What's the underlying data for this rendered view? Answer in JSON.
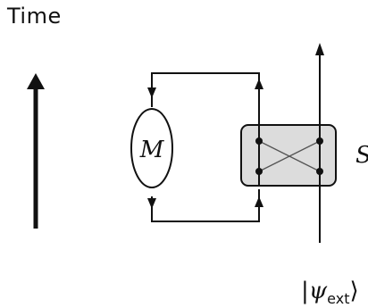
{
  "labels": {
    "time": "Time",
    "memory": "M",
    "system": "S",
    "ext_state_symbol": "ψ",
    "ext_state_subscript": "ext"
  }
}
